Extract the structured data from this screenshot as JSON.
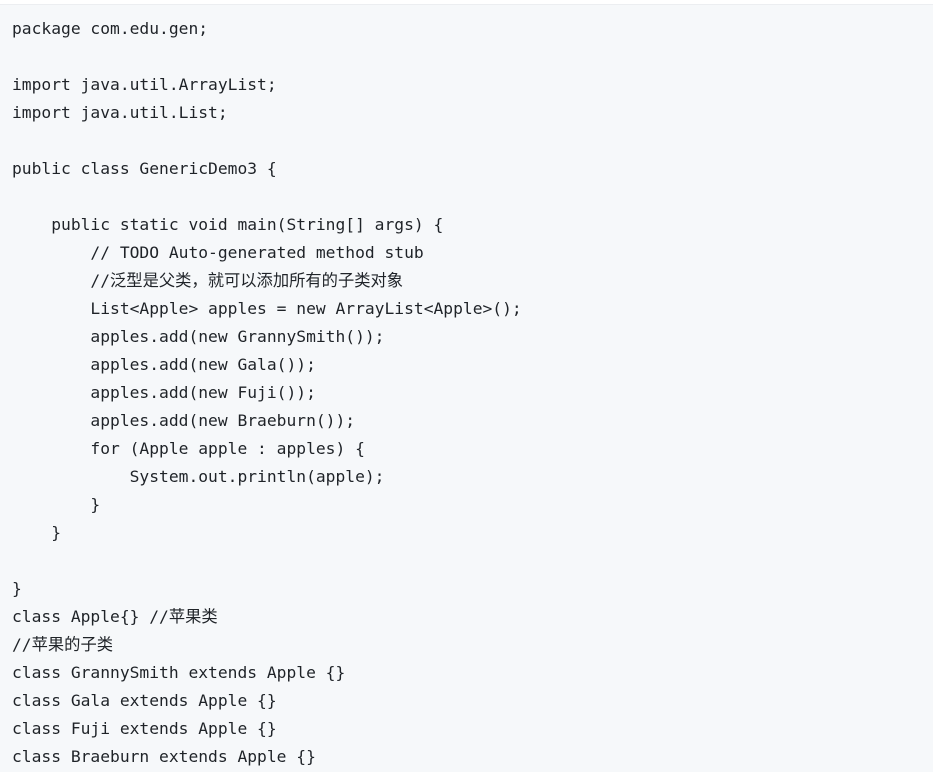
{
  "code": {
    "lines": [
      "package com.edu.gen;",
      "",
      "import java.util.ArrayList;",
      "import java.util.List;",
      "",
      "public class GenericDemo3 {",
      "",
      "    public static void main(String[] args) {",
      "        // TODO Auto-generated method stub",
      "        //泛型是父类，就可以添加所有的子类对象",
      "        List<Apple> apples = new ArrayList<Apple>();",
      "        apples.add(new GrannySmith());",
      "        apples.add(new Gala());",
      "        apples.add(new Fuji());",
      "        apples.add(new Braeburn());",
      "        for (Apple apple : apples) {",
      "            System.out.println(apple);",
      "        }",
      "    }",
      "",
      "}",
      "class Apple{} //苹果类",
      "//苹果的子类",
      "class GrannySmith extends Apple {}",
      "class Gala extends Apple {}",
      "class Fuji extends Apple {}",
      "class Braeburn extends Apple {}"
    ]
  }
}
